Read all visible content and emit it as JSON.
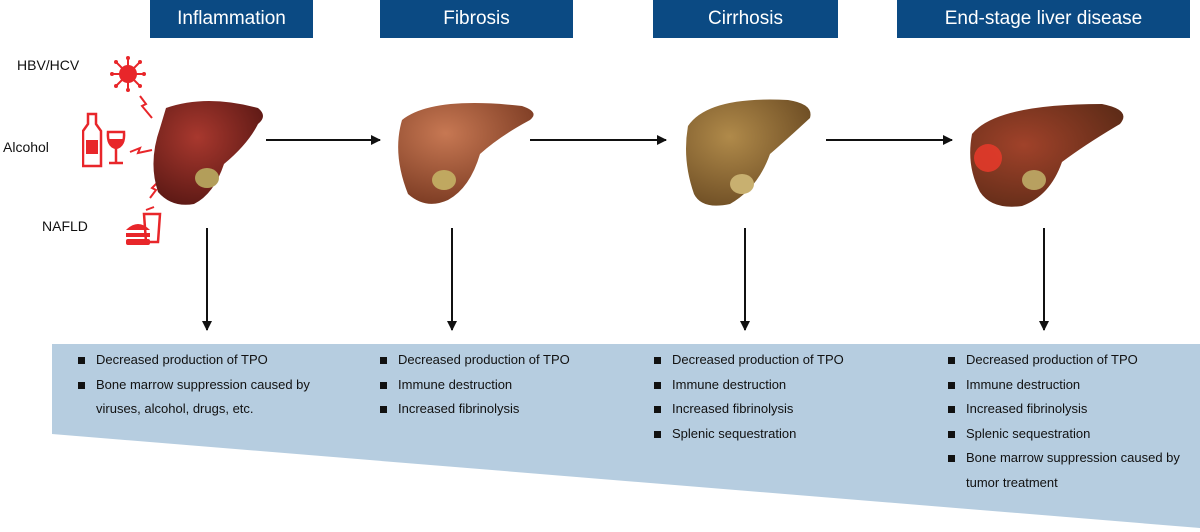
{
  "stages": [
    {
      "title": "Inflammation"
    },
    {
      "title": "Fibrosis"
    },
    {
      "title": "Cirrhosis"
    },
    {
      "title": "End-stage liver disease"
    }
  ],
  "causes": [
    {
      "label": "HBV/HCV",
      "icon": "virus-icon"
    },
    {
      "label": "Alcohol",
      "icon": "alcohol-bottle-glass-icon"
    },
    {
      "label": "NAFLD",
      "icon": "fast-food-icon"
    }
  ],
  "colors": {
    "header_bg": "#0b4a83",
    "band_fill": "#b6cde0",
    "cause_red": "#e8262a"
  },
  "mechanisms": {
    "inflammation": [
      "Decreased production of TPO",
      "Bone marrow suppression caused by viruses, alcohol, drugs, etc."
    ],
    "fibrosis": [
      "Decreased production of TPO",
      "Immune destruction",
      "Increased fibrinolysis"
    ],
    "cirrhosis": [
      "Decreased production of TPO",
      "Immune destruction",
      "Increased fibrinolysis",
      "Splenic sequestration"
    ],
    "end_stage": [
      "Decreased production of TPO",
      "Immune destruction",
      "Increased fibrinolysis",
      "Splenic sequestration",
      "Bone marrow suppression caused by tumor treatment"
    ]
  }
}
